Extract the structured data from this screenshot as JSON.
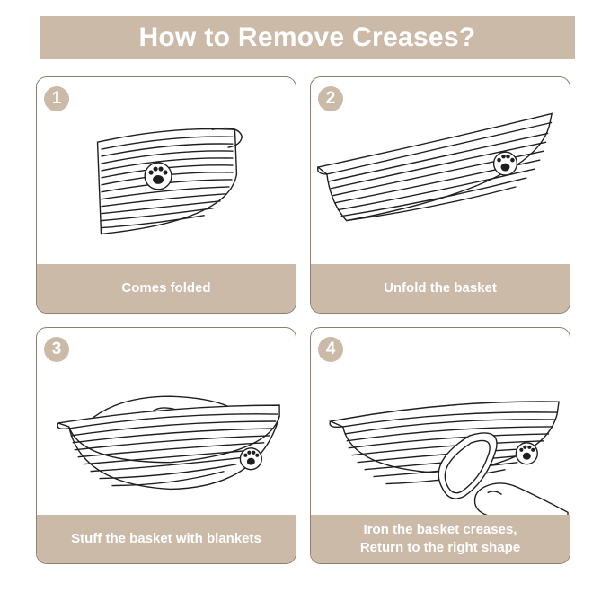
{
  "title": "How to Remove Creases?",
  "steps": [
    {
      "number": "1",
      "caption": "Comes folded"
    },
    {
      "number": "2",
      "caption": "Unfold the basket"
    },
    {
      "number": "3",
      "caption": "Stuff the basket with blankets"
    },
    {
      "number": "4",
      "caption_line1": "Iron the basket creases,",
      "caption_line2": "Return to the right shape"
    }
  ],
  "colors": {
    "accent": "#ccbaa9",
    "outline": "#8f7f70",
    "line": "#1e1e1e"
  },
  "icons": [
    "paw-icon",
    "basket",
    "iron",
    "hand"
  ]
}
